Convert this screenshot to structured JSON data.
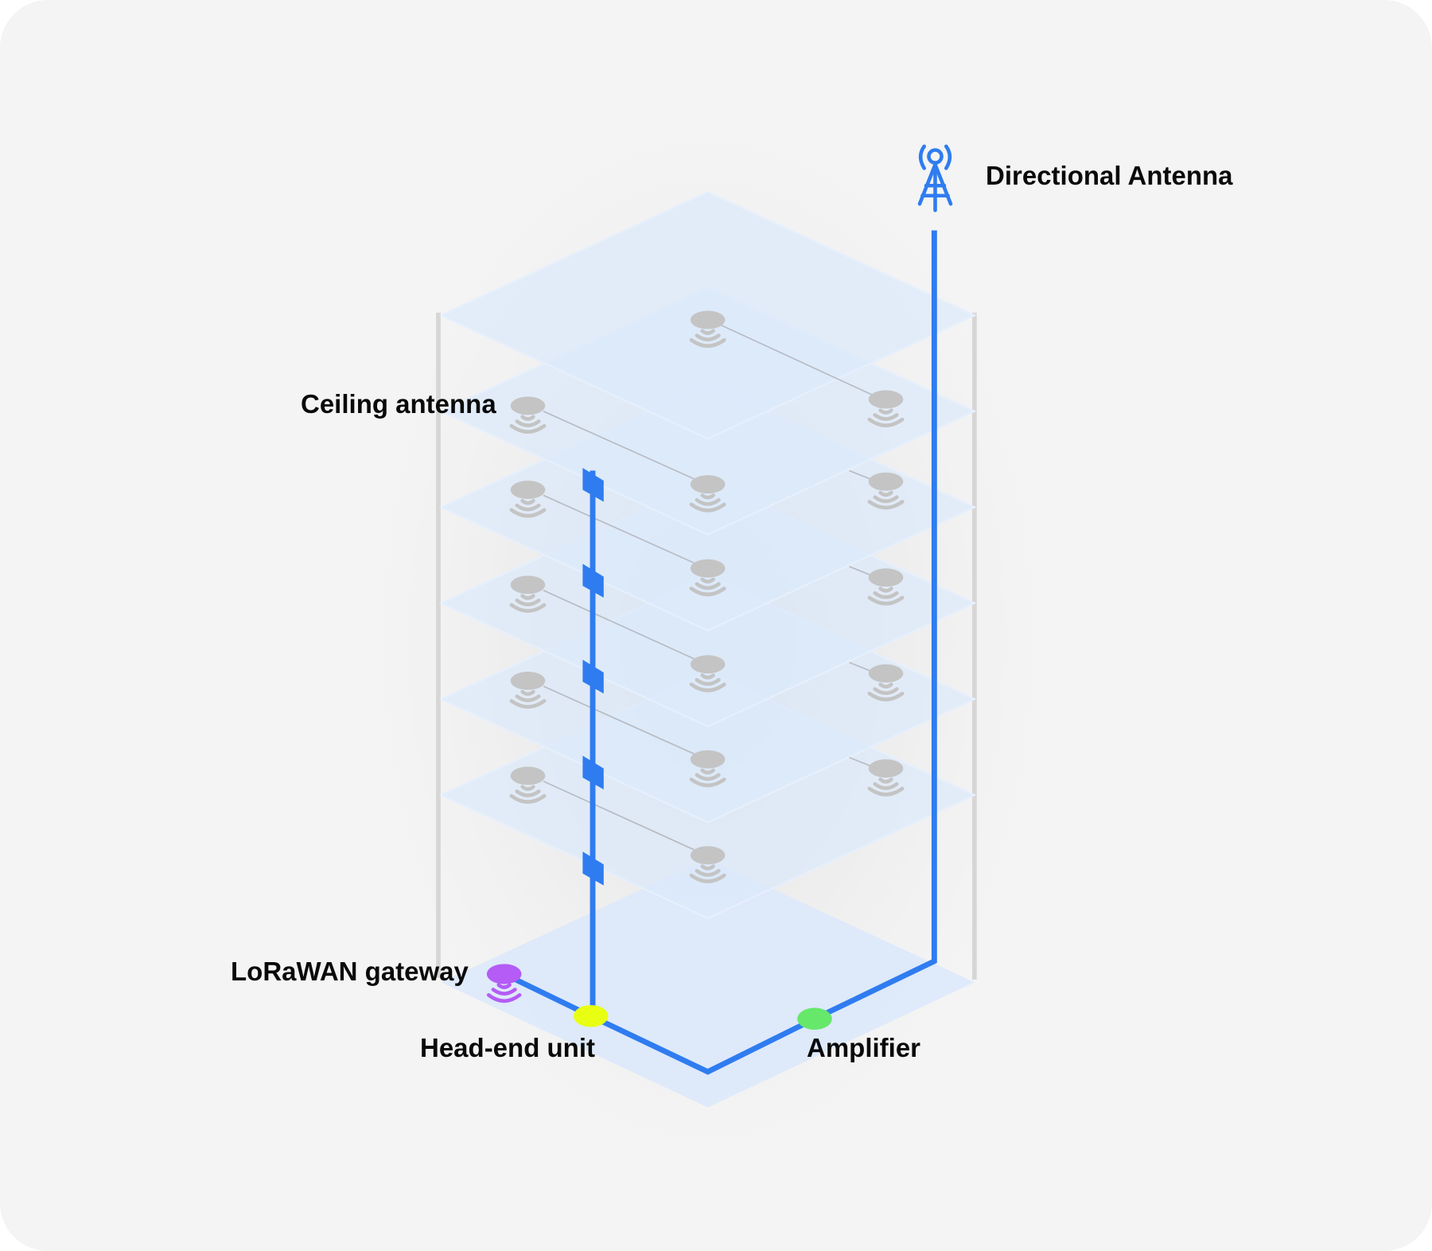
{
  "labels": {
    "directional_antenna": "Directional Antenna",
    "ceiling_antenna": "Ceiling antenna",
    "lorawan_gateway": "LoRaWAN gateway",
    "head_end_unit": "Head-end unit",
    "amplifier": "Amplifier"
  },
  "colors": {
    "cable": "#2f7cf0",
    "floor": "#dbe8fb",
    "antenna": "#c4c4c4",
    "gateway": "#b45cf5",
    "head_end": "#e8ff12",
    "amplifier": "#66e86a"
  }
}
